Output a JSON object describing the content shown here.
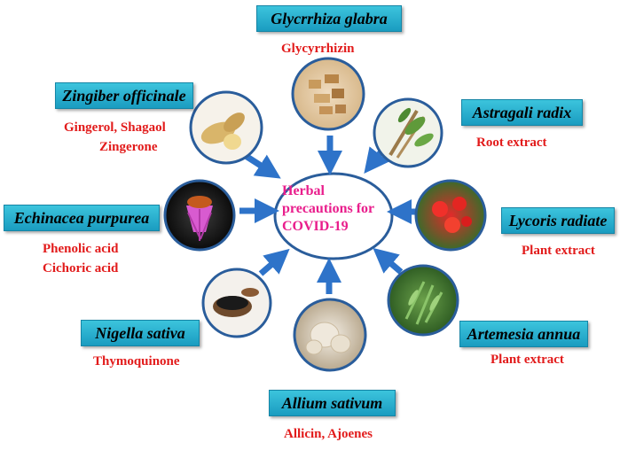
{
  "center": {
    "lines": [
      "Herbal",
      "precautions for",
      "COVID-19"
    ]
  },
  "colors": {
    "label_bg": "#2bb2d4",
    "compound_text": "#e21b1b",
    "center_text": "#e91e8c",
    "circle_border": "#2a5d9b",
    "arrow": "#2e73c9"
  },
  "plants": [
    {
      "name": "Glycrrhiza glabra",
      "compounds": [
        "Glycyrrhizin"
      ],
      "icon": "licorice-root-image"
    },
    {
      "name": "Astragali radix",
      "compounds": [
        "Root extract"
      ],
      "icon": "astragalus-plant-image"
    },
    {
      "name": "Lycoris radiate",
      "compounds": [
        "Plant extract"
      ],
      "icon": "red-spider-lily-image"
    },
    {
      "name": "Artemesia annua",
      "compounds": [
        "Plant extract"
      ],
      "icon": "artemisia-leaves-image"
    },
    {
      "name": "Allium sativum",
      "compounds": [
        "Allicin, Ajoenes"
      ],
      "icon": "garlic-bulb-image"
    },
    {
      "name": "Nigella sativa",
      "compounds": [
        "Thymoquinone"
      ],
      "icon": "black-seed-image"
    },
    {
      "name": "Echinacea purpurea",
      "compounds": [
        "Phenolic acid",
        "Cichoric acid"
      ],
      "icon": "echinacea-flower-image"
    },
    {
      "name": "Zingiber officinale",
      "compounds": [
        "Gingerol, Shagaol",
        "Zingerone"
      ],
      "icon": "ginger-root-image"
    }
  ]
}
